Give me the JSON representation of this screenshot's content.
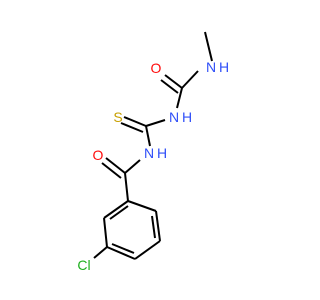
{
  "molecule": {
    "atoms": {
      "methyl_N": {
        "text": "N",
        "color": "#3050F8"
      },
      "methyl_H": {
        "text": "H",
        "color": "#3050F8"
      },
      "urea_O": {
        "text": "O",
        "color": "#FF0D0D"
      },
      "link_N": {
        "text": "N",
        "color": "#3050F8"
      },
      "link_H": {
        "text": "H",
        "color": "#3050F8"
      },
      "thio_S": {
        "text": "S",
        "color": "#C8A000"
      },
      "amide_N": {
        "text": "N",
        "color": "#3050F8"
      },
      "amide_H": {
        "text": "H",
        "color": "#3050F8"
      },
      "amide_O": {
        "text": "O",
        "color": "#FF0D0D"
      },
      "chloro_Cl": {
        "text": "Cl",
        "color": "#1FB01F"
      }
    },
    "bond_color": "#000000"
  }
}
